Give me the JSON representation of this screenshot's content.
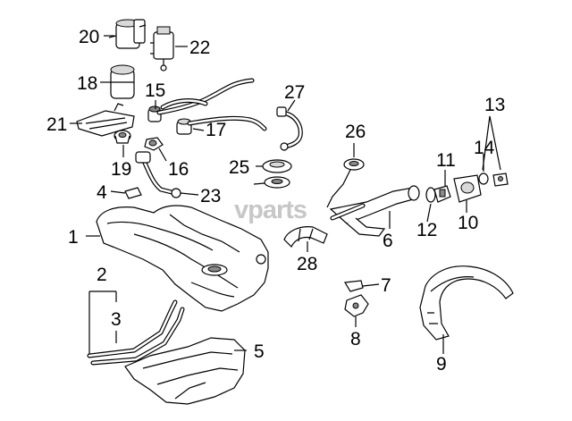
{
  "diagram": {
    "watermark": "vparts",
    "callouts": [
      "1",
      "2",
      "3",
      "4",
      "5",
      "6",
      "7",
      "8",
      "9",
      "10",
      "11",
      "12",
      "13",
      "14",
      "15",
      "16",
      "17",
      "18",
      "19",
      "20",
      "21",
      "22",
      "23",
      "25",
      "26",
      "27",
      "28"
    ]
  }
}
